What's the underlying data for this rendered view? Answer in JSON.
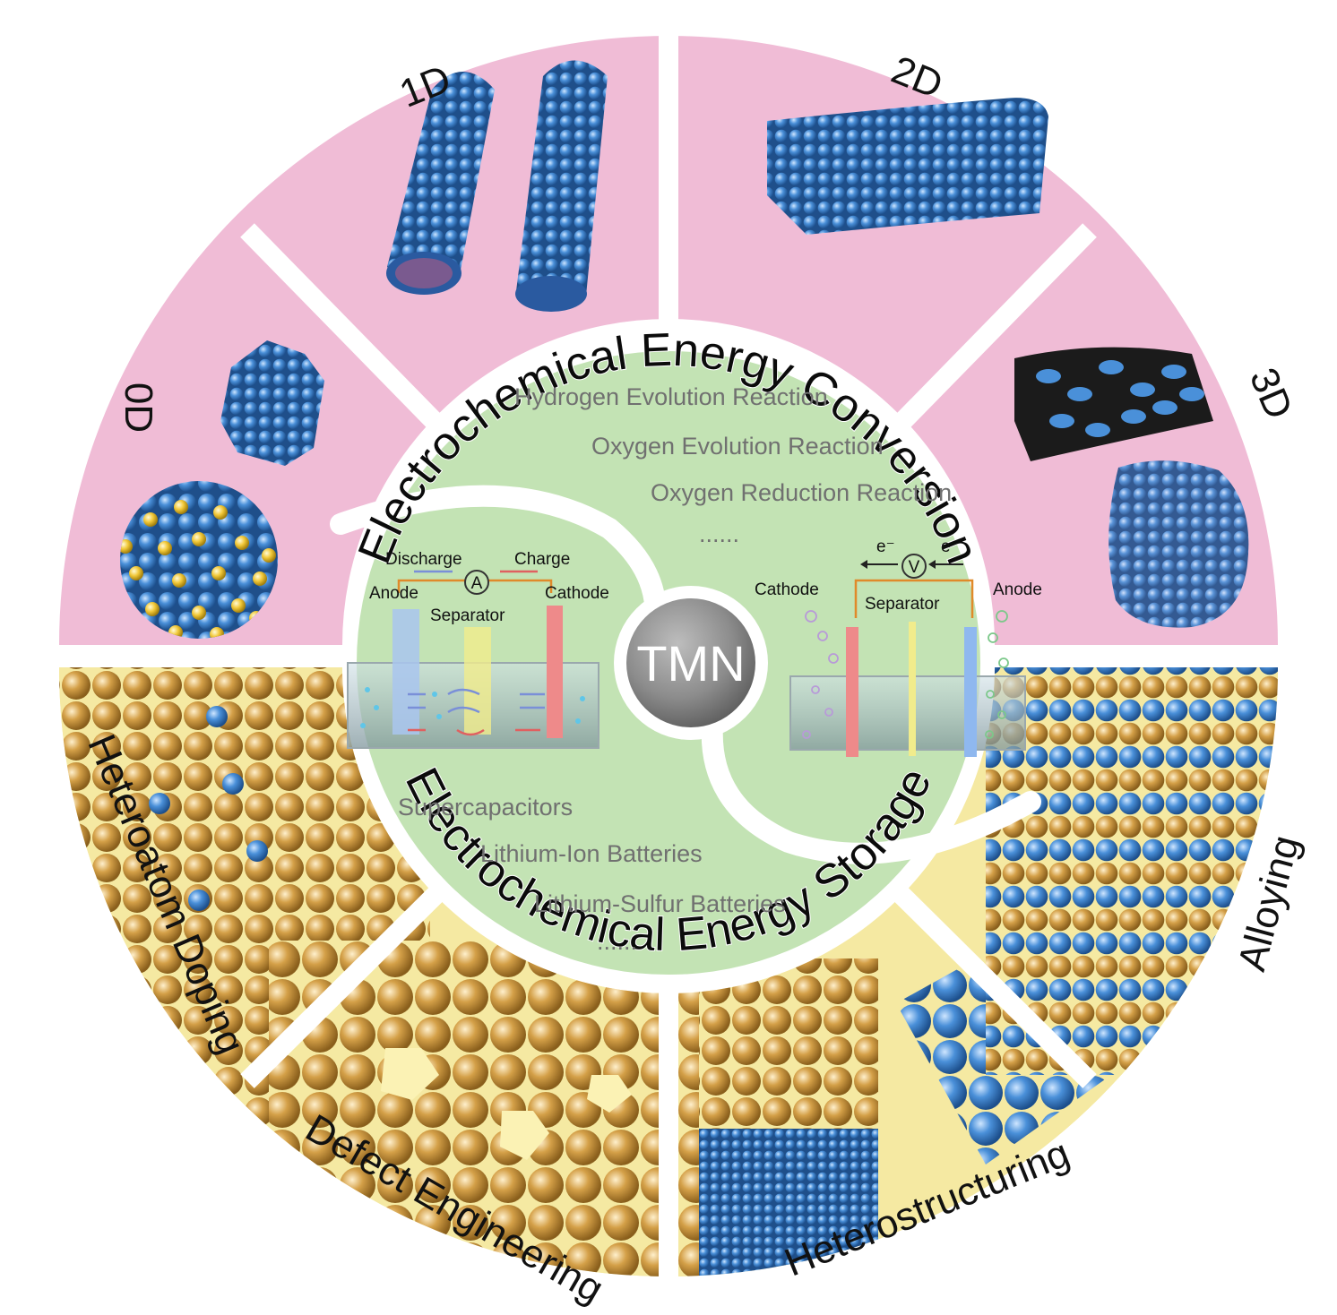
{
  "center": {
    "label": "TMN"
  },
  "dimensions": {
    "d0": "0D",
    "d1": "1D",
    "d2": "2D",
    "d3": "3D"
  },
  "strategies": {
    "doping": "Heteroatom Doping",
    "defect": "Defect Engineering",
    "hetero": "Heterostructuring",
    "alloy": "Alloying"
  },
  "conversion": {
    "title": "Electrochemical Energy Conversion",
    "items": [
      "Hydrogen Evolution Reaction",
      "Oxygen Evolution Reaction",
      "Oxygen Reduction Reaction"
    ],
    "ellipsis": "......"
  },
  "storage": {
    "title": "Electrochemical Energy Storage",
    "items": [
      "Supercapacitors",
      "Lithium-Ion Batteries",
      "Lithium-Sulfur Batteries"
    ],
    "ellipsis": "......"
  },
  "battery_cell": {
    "discharge": "Discharge",
    "charge": "Charge",
    "ammeter": "A",
    "anode": "Anode",
    "cathode": "Cathode",
    "separator": "Separator"
  },
  "electrolyzer": {
    "electron_left": "e⁻",
    "electron_right": "e⁻",
    "voltmeter": "V",
    "cathode": "Cathode",
    "anode": "Anode",
    "separator": "Separator"
  },
  "colors": {
    "pink": "#f0bcd6",
    "cream": "#fbf2b4",
    "green": "#c3e3b4",
    "blue_atom": "#4a90d9",
    "gold_atom": "#d4a048",
    "gray_center": "#8c8c8c"
  }
}
